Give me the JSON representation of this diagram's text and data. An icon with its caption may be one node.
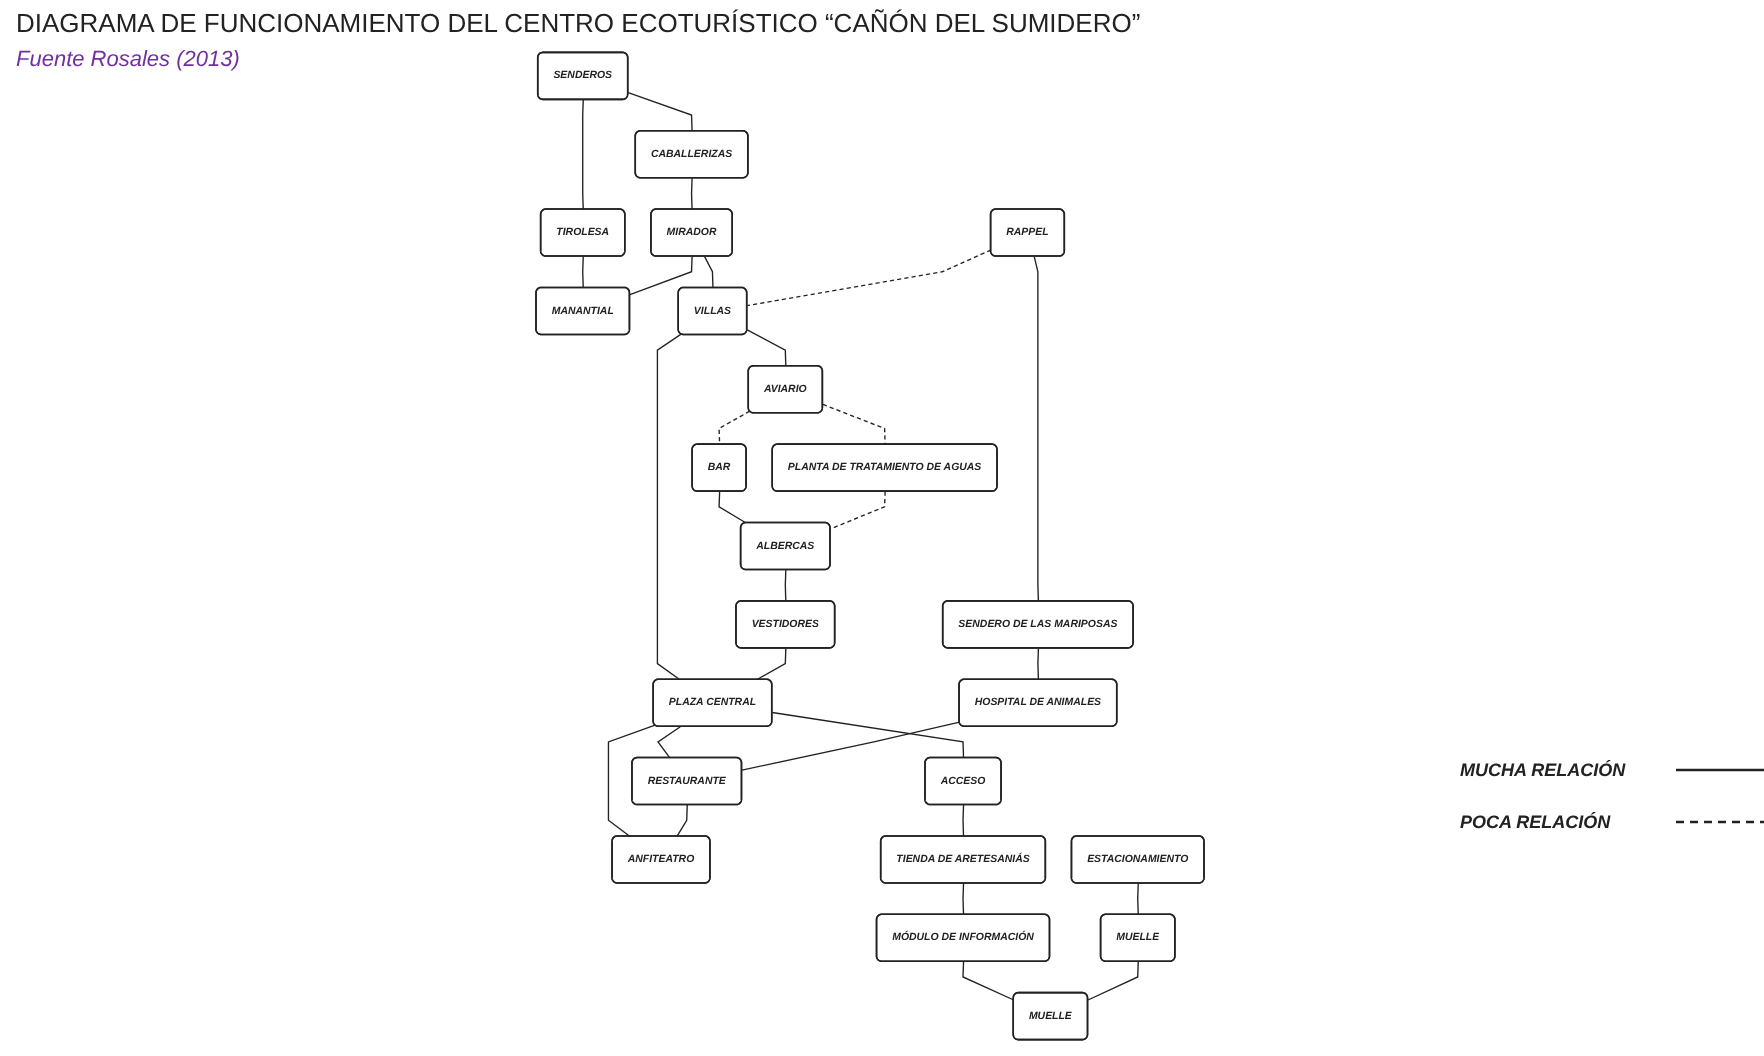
{
  "diagram": {
    "title": "DIAGRAMA DE FUNCIONAMIENTO DEL CENTRO ECOTURÍSTICO “CAÑÓN DEL SUMIDERO”",
    "caption": "Fuente Rosales (2013)",
    "nodes": [
      {
        "text": [
          "SENDEROS"
        ]
      },
      {
        "text": [
          "TIROLESA"
        ]
      },
      {
        "text": [
          "CABALLERIZAS"
        ]
      },
      {
        "text": [
          "MIRADOR"
        ]
      },
      {
        "text": [
          "MANANTIAL"
        ]
      },
      {
        "text": [
          "RAPPEL"
        ]
      },
      {
        "text": [
          "VILLAS"
        ]
      },
      {
        "text": [
          "AVIARIO"
        ]
      },
      {
        "text": [
          "BAR"
        ]
      },
      {
        "text": [
          "SENDERO DE LAS MARIPOSAS"
        ]
      },
      {
        "text": [
          "PLANTA DE TRATAMIENTO DE AGUAS"
        ]
      },
      {
        "text": [
          "ALBERCAS"
        ]
      },
      {
        "text": [
          "VESTIDORES"
        ]
      },
      {
        "text": [
          "PLAZA CENTRAL"
        ]
      },
      {
        "text": [
          "HOSPITAL DE ANIMALES"
        ]
      },
      {
        "text": [
          "RESTAURANTE"
        ]
      },
      {
        "text": [
          "ANFITEATRO"
        ]
      },
      {
        "text": [
          "ACCESO"
        ]
      },
      {
        "text": [
          "TIENDA DE ARETESANIÁS"
        ]
      },
      {
        "text": [
          "MÓDULO DE INFORMACIÓN"
        ]
      },
      {
        "text": [
          "ESTACIONAMIENTO"
        ]
      },
      {
        "text": [
          "MUELLE"
        ]
      },
      {
        "text": [
          "MUELLE"
        ]
      }
    ],
    "edges": [
      {
        "from": 0,
        "to": 2,
        "arrow": "none"
      },
      {
        "from": 0,
        "to": 1,
        "arrow": "none"
      },
      {
        "from": 1,
        "to": 4,
        "arrow": "none"
      },
      {
        "from": 2,
        "to": 3,
        "arrow": "none"
      },
      {
        "from": 3,
        "to": 4,
        "arrow": "none"
      },
      {
        "from": 3,
        "to": 6,
        "arrow": "none"
      },
      {
        "from": 5,
        "to": 6,
        "arrow": "none",
        "style": "dashed"
      },
      {
        "from": 6,
        "to": 7,
        "arrow": "none"
      },
      {
        "from": 7,
        "to": 8,
        "arrow": "none",
        "style": "dashed"
      },
      {
        "from": 7,
        "to": 10,
        "arrow": "none",
        "style": "dashed"
      },
      {
        "from": 5,
        "to": 9,
        "arrow": "none"
      },
      {
        "from": 8,
        "to": 11,
        "arrow": "none"
      },
      {
        "from": 10,
        "to": 11,
        "arrow": "none",
        "style": "dashed"
      },
      {
        "from": 11,
        "to": 12,
        "arrow": "none"
      },
      {
        "from": 6,
        "to": 13,
        "arrow": "none"
      },
      {
        "from": 9,
        "to": 14,
        "arrow": "none"
      },
      {
        "from": 13,
        "to": 12,
        "arrow": "none"
      },
      {
        "from": 13,
        "to": 15,
        "arrow": "none"
      },
      {
        "from": 13,
        "to": 16,
        "arrow": "none"
      },
      {
        "from": 14,
        "to": 15,
        "arrow": "none"
      },
      {
        "from": 15,
        "to": 16,
        "arrow": "none"
      },
      {
        "from": 13,
        "to": 17,
        "arrow": "none"
      },
      {
        "from": 17,
        "to": 18,
        "arrow": "none"
      },
      {
        "from": 18,
        "to": 19,
        "arrow": "none"
      },
      {
        "from": 19,
        "to": 22,
        "arrow": "none"
      },
      {
        "from": 22,
        "to": 21,
        "arrow": "none"
      },
      {
        "from": 21,
        "to": 20,
        "arrow": "none"
      }
    ],
    "legend": [
      {
        "text": "MUCHA RELACIÓN"
      },
      {
        "text": "POCA RELACIÓN"
      }
    ]
  }
}
